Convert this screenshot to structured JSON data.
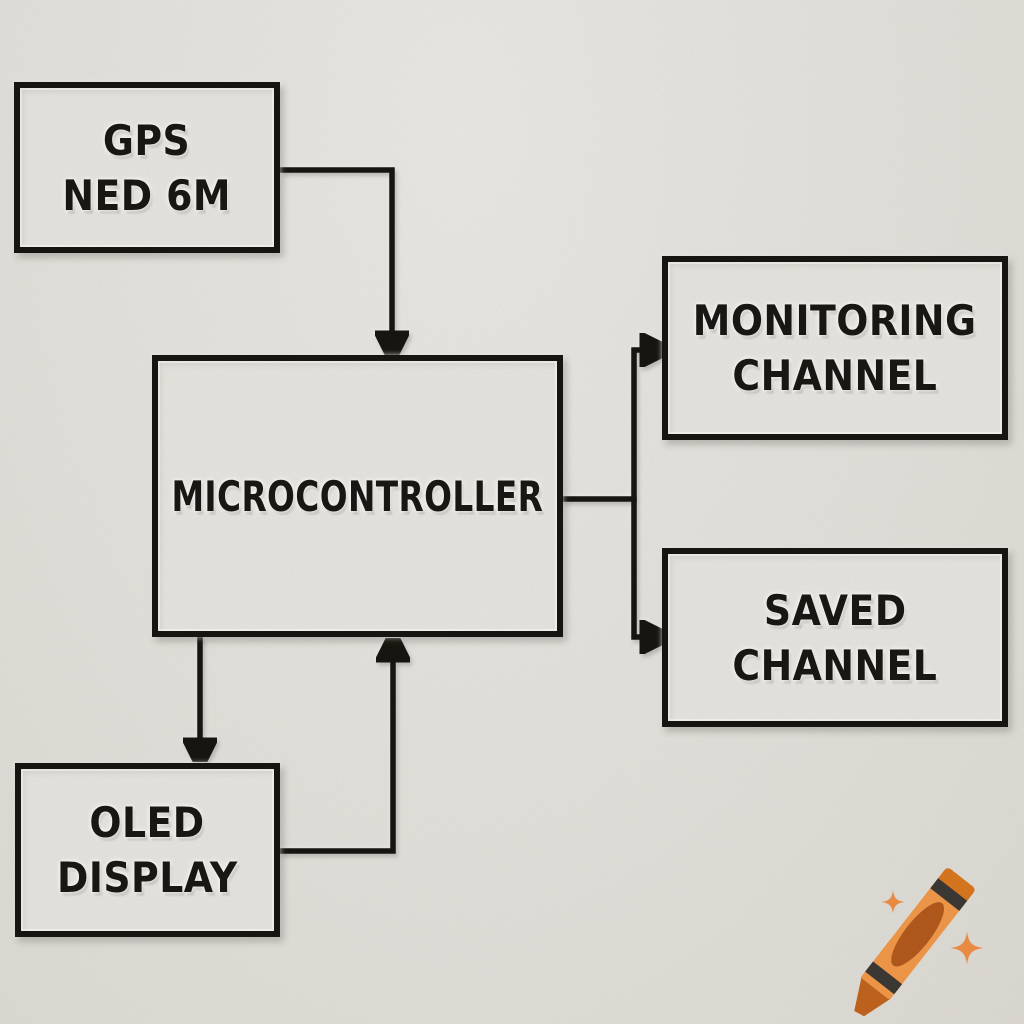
{
  "diagram": {
    "type": "block-diagram",
    "nodes": {
      "gps": {
        "line1": "GPS",
        "line2": "NED 6M"
      },
      "microcontroller": {
        "line1": "MICROCONTROLLER"
      },
      "monitoring": {
        "line1": "MONITORING",
        "line2": "CHANNEL"
      },
      "saved": {
        "line1": "SAVED",
        "line2": "CHANNEL"
      },
      "oled": {
        "line1": "OLED",
        "line2": "DISPLAY"
      }
    },
    "edges": [
      {
        "from": "gps",
        "to": "microcontroller",
        "style": "elbow-right-down-arrow"
      },
      {
        "from": "microcontroller",
        "to": "monitoring",
        "style": "elbow-right-up-arrow"
      },
      {
        "from": "microcontroller",
        "to": "saved",
        "style": "elbow-right-down-arrow"
      },
      {
        "from": "microcontroller",
        "to": "oled",
        "style": "straight-down-arrow"
      },
      {
        "from": "oled",
        "to": "microcontroller",
        "style": "elbow-right-up-arrow"
      }
    ]
  },
  "colors": {
    "background": "#e6e4df",
    "box_fill": "#e9e7e2",
    "stroke": "#17150f",
    "text": "#191713",
    "crayon_body": "#F2994A",
    "crayon_tip": "#C2641E",
    "crayon_label_oval": "#B35A1E",
    "crayon_end_cap": "#D9771F",
    "crayon_stripe": "#3B3835",
    "sparkle": "#F08E45"
  },
  "logo": {
    "name": "crayon with sparkles"
  }
}
